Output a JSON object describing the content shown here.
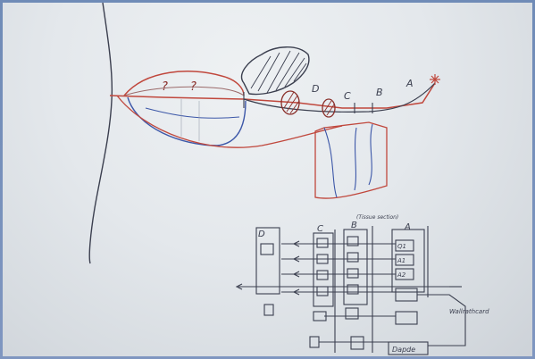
{
  "sketch": {
    "top_labels": {
      "q1": "?",
      "q2": "?",
      "d": "D",
      "c": "C",
      "b": "B",
      "a": "A"
    },
    "bottom_labels": {
      "d": "D",
      "c": "C",
      "b": "B",
      "a": "A",
      "header_note": "(Tissue section)",
      "side_note": "Wallrathcard",
      "bottom_box": "Dapde",
      "a_col_1": "Q1",
      "a_col_2": "A1",
      "a_col_3": "A2"
    }
  },
  "colors": {
    "board": "#e4e8ec",
    "frame": "#6f8bb7",
    "ink_dark": "#3b3f4f",
    "ink_red": "#c0473c",
    "ink_blue": "#3c57a8"
  }
}
